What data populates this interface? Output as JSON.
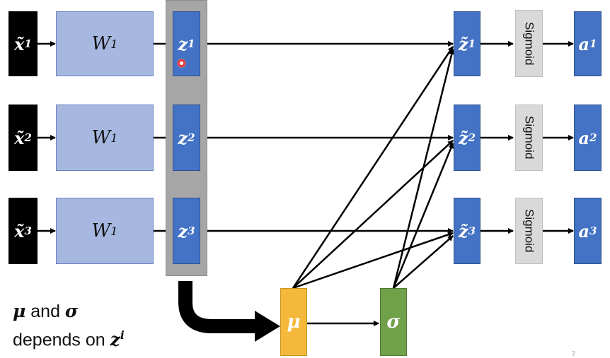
{
  "rows": [
    {
      "x_label": "x̃",
      "x_sup": "1",
      "w_label": "W",
      "w_sup": "1",
      "z_label": "z",
      "z_sup": "1",
      "zt_label": "z̃",
      "zt_sup": "1",
      "sigmoid": "Sigmoid",
      "a_label": "a",
      "a_sup": "1"
    },
    {
      "x_label": "x̃",
      "x_sup": "2",
      "w_label": "W",
      "w_sup": "1",
      "z_label": "z",
      "z_sup": "2",
      "zt_label": "z̃",
      "zt_sup": "2",
      "sigmoid": "Sigmoid",
      "a_label": "a",
      "a_sup": "2"
    },
    {
      "x_label": "x̃",
      "x_sup": "3",
      "w_label": "W",
      "w_sup": "1",
      "z_label": "z",
      "z_sup": "3",
      "zt_label": "z̃",
      "zt_sup": "3",
      "sigmoid": "Sigmoid",
      "a_label": "a",
      "a_sup": "3"
    }
  ],
  "mu_label": "μ",
  "sigma_label": "σ",
  "note": {
    "mu": "μ",
    "and": " and ",
    "sigma": "σ",
    "line2": "depends on ",
    "z": "z",
    "z_sup": "i"
  },
  "page_number": "7",
  "colors": {
    "x_box": "#000000",
    "w_box": "#a6b8e0",
    "z_box": "#4472c4",
    "sigmoid_box": "#d9d9d9",
    "mu_box": "#f4b83a",
    "sigma_box": "#70a048",
    "z_group": "#a6a6a6"
  }
}
